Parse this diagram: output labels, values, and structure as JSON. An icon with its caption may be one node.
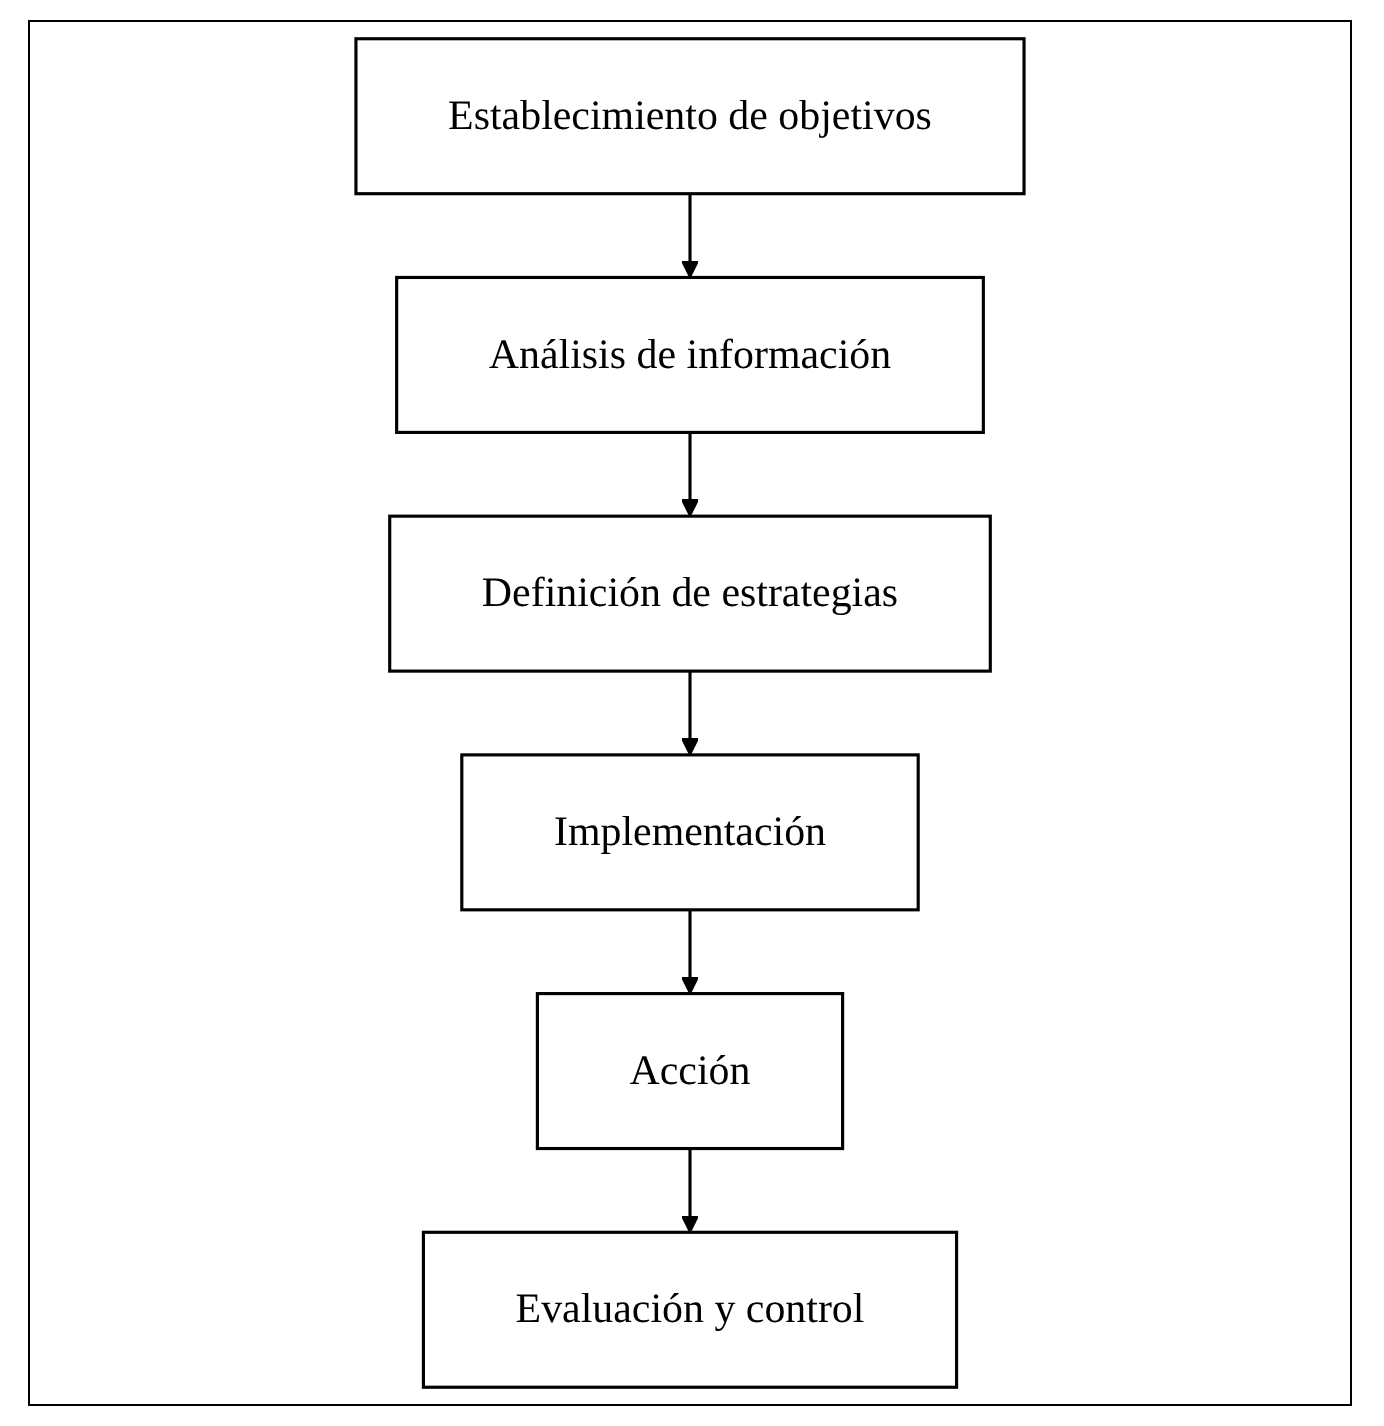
{
  "diagram": {
    "nodes": [
      {
        "text": [
          "Establecimiento de objetivos"
        ]
      },
      {
        "text": [
          "Análisis de información"
        ]
      },
      {
        "text": [
          "Definición de estrategias"
        ]
      },
      {
        "text": [
          "Implementación"
        ]
      },
      {
        "text": [
          "Acción"
        ]
      },
      {
        "text": [
          "Evaluación y control"
        ]
      }
    ],
    "edges": [
      {
        "from": 0,
        "to": 1,
        "arrow": "to"
      },
      {
        "from": 1,
        "to": 2,
        "arrow": "to"
      },
      {
        "from": 2,
        "to": 3,
        "arrow": "to"
      },
      {
        "from": 3,
        "to": 4,
        "arrow": "to"
      },
      {
        "from": 4,
        "to": 5,
        "arrow": "to"
      }
    ]
  }
}
